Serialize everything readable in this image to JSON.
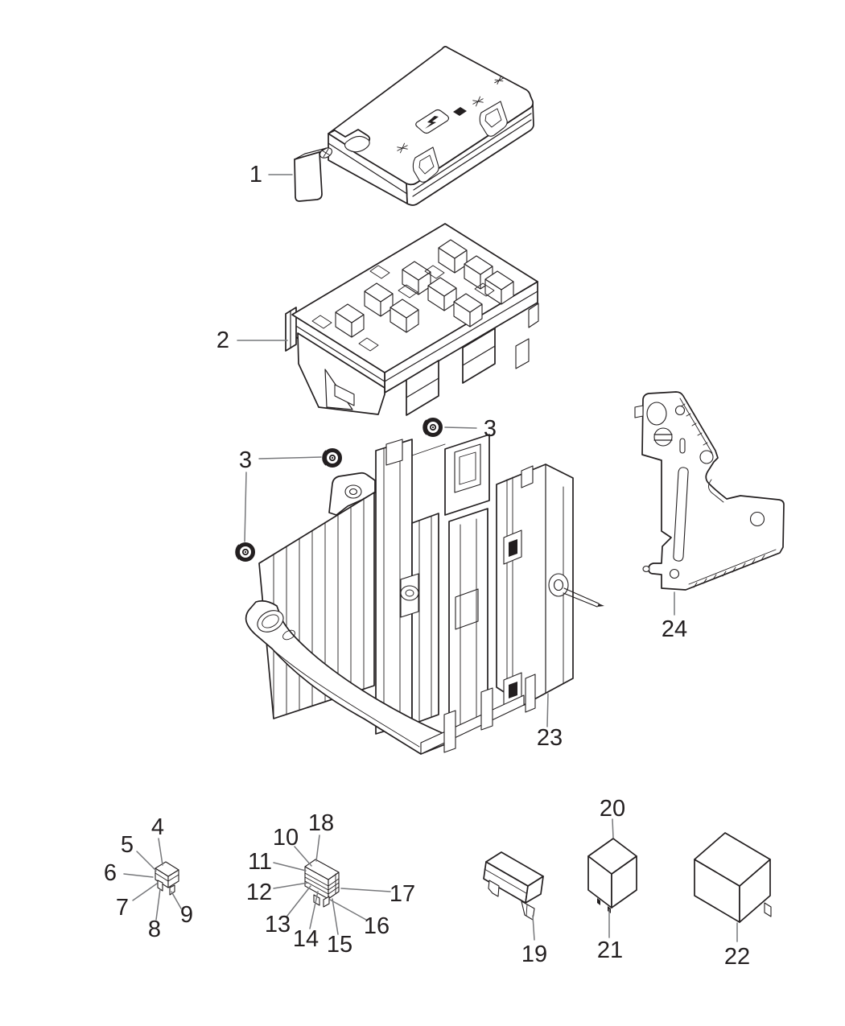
{
  "figure": {
    "background_color": "#ffffff",
    "line_color": "#231f20",
    "leader_color": "#77787b",
    "label_color": "#231f20"
  },
  "callouts": [
    {
      "id": "callout-1",
      "label": "1"
    },
    {
      "id": "callout-2",
      "label": "2"
    },
    {
      "id": "callout-3a",
      "label": "3"
    },
    {
      "id": "callout-3b",
      "label": "3"
    },
    {
      "id": "callout-4",
      "label": "4"
    },
    {
      "id": "callout-5",
      "label": "5"
    },
    {
      "id": "callout-6",
      "label": "6"
    },
    {
      "id": "callout-7",
      "label": "7"
    },
    {
      "id": "callout-8",
      "label": "8"
    },
    {
      "id": "callout-9",
      "label": "9"
    },
    {
      "id": "callout-10",
      "label": "10"
    },
    {
      "id": "callout-11",
      "label": "11"
    },
    {
      "id": "callout-12",
      "label": "12"
    },
    {
      "id": "callout-13",
      "label": "13"
    },
    {
      "id": "callout-14",
      "label": "14"
    },
    {
      "id": "callout-15",
      "label": "15"
    },
    {
      "id": "callout-16",
      "label": "16"
    },
    {
      "id": "callout-17",
      "label": "17"
    },
    {
      "id": "callout-18",
      "label": "18"
    },
    {
      "id": "callout-19",
      "label": "19"
    },
    {
      "id": "callout-20",
      "label": "20"
    },
    {
      "id": "callout-21",
      "label": "21"
    },
    {
      "id": "callout-22",
      "label": "22"
    },
    {
      "id": "callout-23",
      "label": "23"
    },
    {
      "id": "callout-24",
      "label": "24"
    }
  ]
}
